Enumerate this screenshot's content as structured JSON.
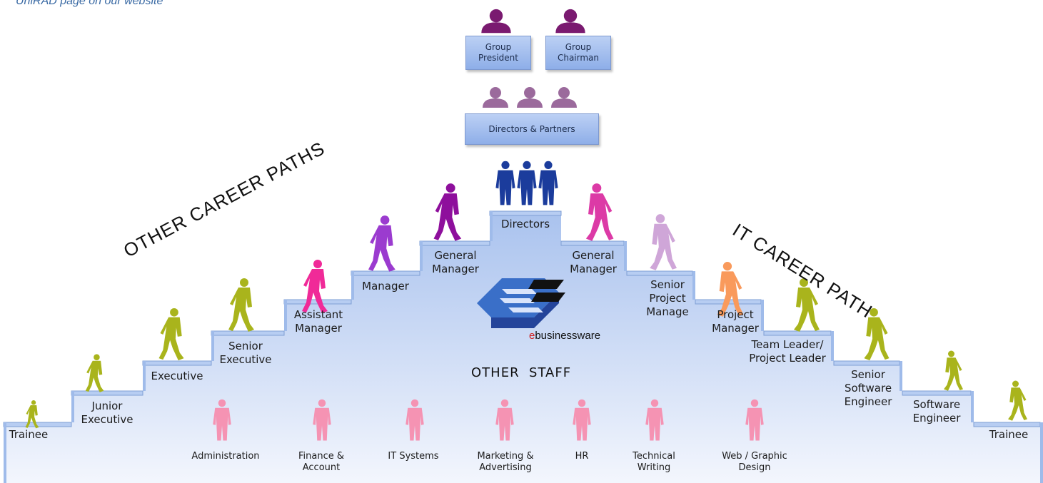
{
  "caption": "UniRAD page on our website",
  "top_titles": {
    "left_path": "OTHER CAREER PATHS",
    "right_path": "IT CAREER PATH"
  },
  "executive": {
    "group_president": "Group\nPresident",
    "group_chairman": "Group\nChairman",
    "directors_partners": "Directors & Partners",
    "directors": "Directors"
  },
  "left_steps": [
    {
      "label": "Trainee",
      "color": "#a9b41c"
    },
    {
      "label": "Junior\nExecutive",
      "color": "#a9b41c"
    },
    {
      "label": "Executive",
      "color": "#a9b41c"
    },
    {
      "label": "Senior\nExecutive",
      "color": "#a9b41c"
    },
    {
      "label": "Assistant\nManager",
      "color": "#f02a98"
    },
    {
      "label": "Manager",
      "color": "#9b3bcf"
    },
    {
      "label": "General\nManager",
      "color": "#8e0f9c"
    }
  ],
  "right_steps": [
    {
      "label": "General\nManager",
      "color": "#dc3aa6"
    },
    {
      "label": "Senior\nProject\nManage",
      "color": "#cfa6d8"
    },
    {
      "label": "Project\nManager",
      "color": "#f99a5c"
    },
    {
      "label": "Team Leader/\nProject Leader",
      "color": "#a9b41c"
    },
    {
      "label": "Senior\nSoftware\nEngineer",
      "color": "#a9b41c"
    },
    {
      "label": "Software\nEngineer",
      "color": "#a9b41c"
    },
    {
      "label": "Trainee",
      "color": "#a9b41c"
    }
  ],
  "logo": {
    "text_prefix": "e",
    "text_rest": "businessware"
  },
  "other_staff": {
    "title": "OTHER  STAFF",
    "departments": [
      "Administration",
      "Finance &\nAccount",
      "IT Systems",
      "Marketing &\nAdvertising",
      "HR",
      "Technical\nWriting",
      "Web / Graphic\nDesign"
    ]
  },
  "colors": {
    "step_fill_top": "#f3f6fd",
    "step_fill_bottom": "#a9c2ee",
    "step_edge": "#7f9fd4",
    "top_figure": "#7a1a70",
    "partner_figure": "#9b6a9c",
    "director_figure": "#1b3c9c",
    "staff_figure": "#f593b3",
    "logo_blue": "#3a6fc8",
    "logo_red": "#d02020"
  }
}
